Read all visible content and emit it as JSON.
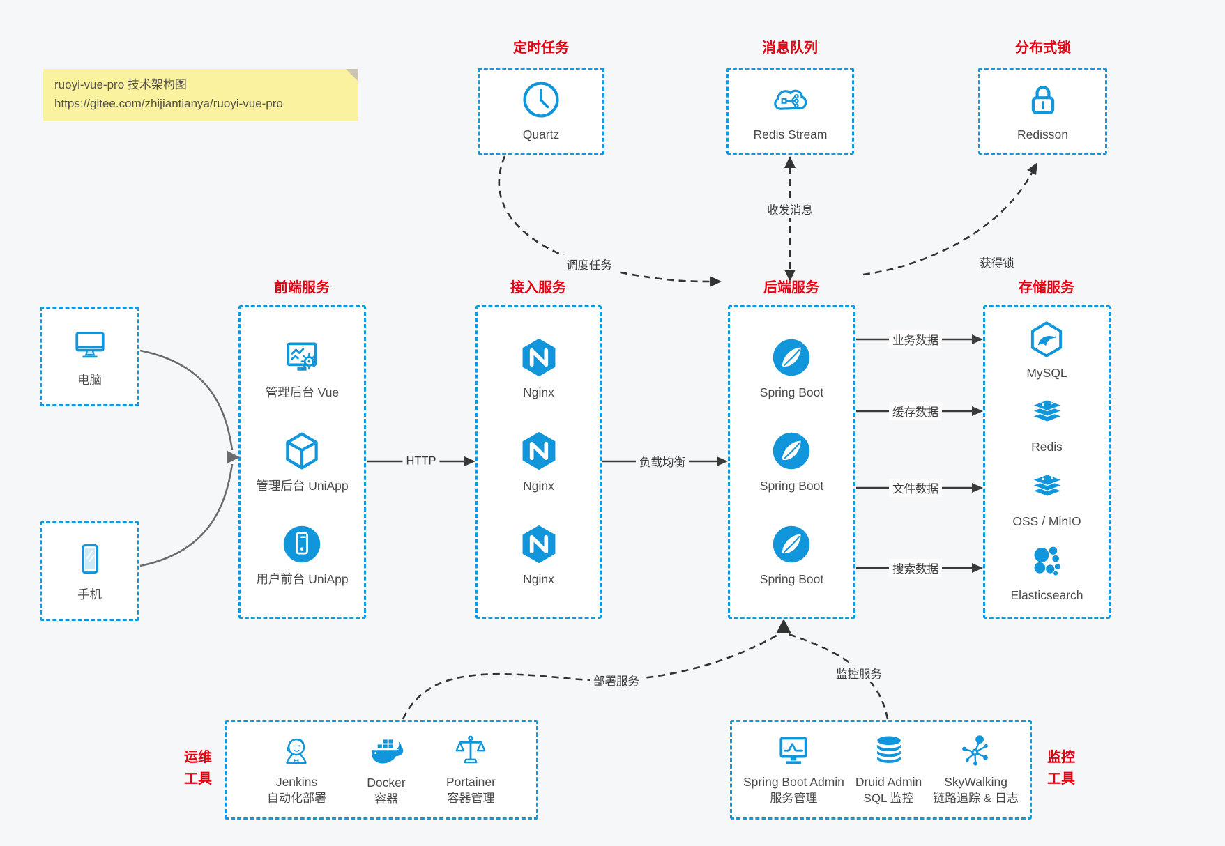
{
  "colors": {
    "accent_blue": "#1296db",
    "accent_red": "#e60012",
    "background": "#f6f7f8",
    "note_bg": "#fbf29f",
    "line_dark": "#3a3a3a",
    "line_gray": "#6b6b6b"
  },
  "note": {
    "line1": "ruoyi-vue-pro 技术架构图",
    "line2": "https://gitee.com/zhijiantianya/ruoyi-vue-pro"
  },
  "top_groups": [
    {
      "title": "定时任务",
      "item": {
        "label": "Quartz",
        "icon": "clock-icon"
      }
    },
    {
      "title": "消息队列",
      "item": {
        "label": "Redis Stream",
        "icon": "cloud-stream-icon"
      }
    },
    {
      "title": "分布式锁",
      "item": {
        "label": "Redisson",
        "icon": "lock-icon"
      }
    }
  ],
  "clients": [
    {
      "label": "电脑",
      "icon": "desktop-icon"
    },
    {
      "label": "手机",
      "icon": "smartphone-icon"
    }
  ],
  "columns": [
    {
      "title": "前端服务",
      "items": [
        {
          "label": "管理后台 Vue"
        },
        {
          "label": "管理后台 UniApp"
        },
        {
          "label": "用户前台 UniApp"
        }
      ]
    },
    {
      "title": "接入服务",
      "items": [
        {
          "label": "Nginx"
        },
        {
          "label": "Nginx"
        },
        {
          "label": "Nginx"
        }
      ]
    },
    {
      "title": "后端服务",
      "items": [
        {
          "label": "Spring Boot"
        },
        {
          "label": "Spring Boot"
        },
        {
          "label": "Spring Boot"
        }
      ]
    },
    {
      "title": "存储服务",
      "items": [
        {
          "label": "MySQL"
        },
        {
          "label": "Redis"
        },
        {
          "label": "OSS / MinIO"
        },
        {
          "label": "Elasticsearch"
        }
      ]
    }
  ],
  "bottom_groups": [
    {
      "title_lines": [
        "运维",
        "工具"
      ],
      "items": [
        {
          "label": "Jenkins",
          "sublabel": "自动化部署"
        },
        {
          "label": "Docker",
          "sublabel": "容器"
        },
        {
          "label": "Portainer",
          "sublabel": "容器管理"
        }
      ]
    },
    {
      "title_lines": [
        "监控",
        "工具"
      ],
      "items": [
        {
          "label": "Spring Boot Admin",
          "sublabel": "服务管理"
        },
        {
          "label": "Druid Admin",
          "sublabel": "SQL 监控"
        },
        {
          "label": "SkyWalking",
          "sublabel": "链路追踪 & 日志"
        }
      ]
    }
  ],
  "edges": {
    "http": "HTTP",
    "load_balance": "负载均衡",
    "schedule": "调度任务",
    "messages": "收发消息",
    "acquire_lock": "获得锁",
    "business_data": "业务数据",
    "cache_data": "缓存数据",
    "file_data": "文件数据",
    "search_data": "搜索数据",
    "deploy": "部署服务",
    "monitor": "监控服务"
  }
}
